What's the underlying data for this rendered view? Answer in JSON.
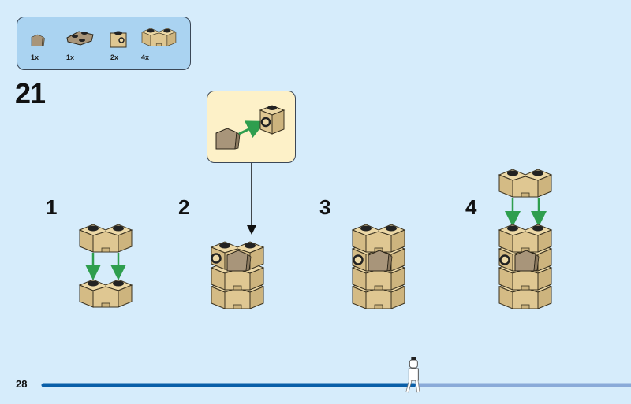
{
  "parts_list": [
    {
      "qty": "1x",
      "icon": "slope-tile-dark-tan"
    },
    {
      "qty": "1x",
      "icon": "wedge-plate-dark-tan"
    },
    {
      "qty": "2x",
      "icon": "brick-1x1-side-stud-tan"
    },
    {
      "qty": "4x",
      "icon": "corner-brick-tan"
    }
  ],
  "step": {
    "number": "21"
  },
  "substeps": [
    {
      "label": "1"
    },
    {
      "label": "2"
    },
    {
      "label": "3"
    },
    {
      "label": "4"
    }
  ],
  "footer": {
    "page_number": "28",
    "progress_fraction": 0.63
  },
  "colors": {
    "background": "#d6ecfb",
    "parts_box": "#aad3f1",
    "callout": "#fdf1c8",
    "tan": "#dcc48e",
    "dark_tan": "#a8957a",
    "arrow_green": "#2e9e4e",
    "progress_done": "#0a5fa8",
    "progress_remaining": "#8aaad8"
  }
}
